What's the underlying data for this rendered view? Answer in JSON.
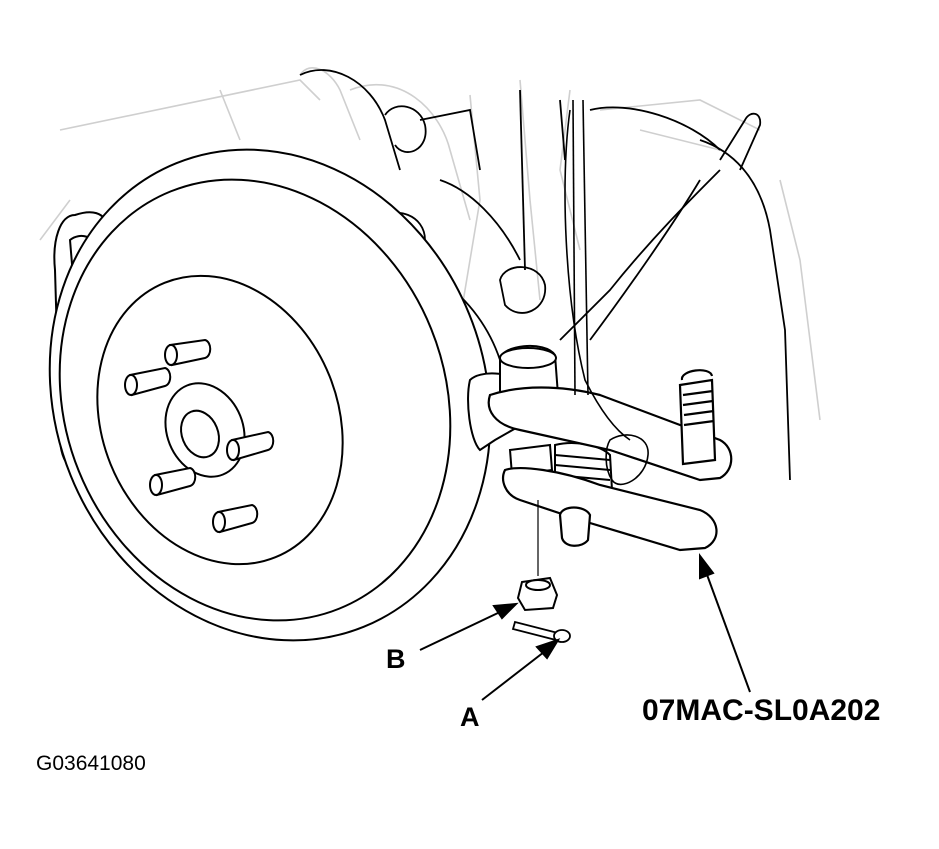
{
  "labels": {
    "b": "B",
    "a": "A",
    "tool": "07MAC-SL0A202"
  },
  "figure_id": "G03641080",
  "colors": {
    "line": "#000000",
    "faint": "#cccccc",
    "background": "#ffffff"
  }
}
